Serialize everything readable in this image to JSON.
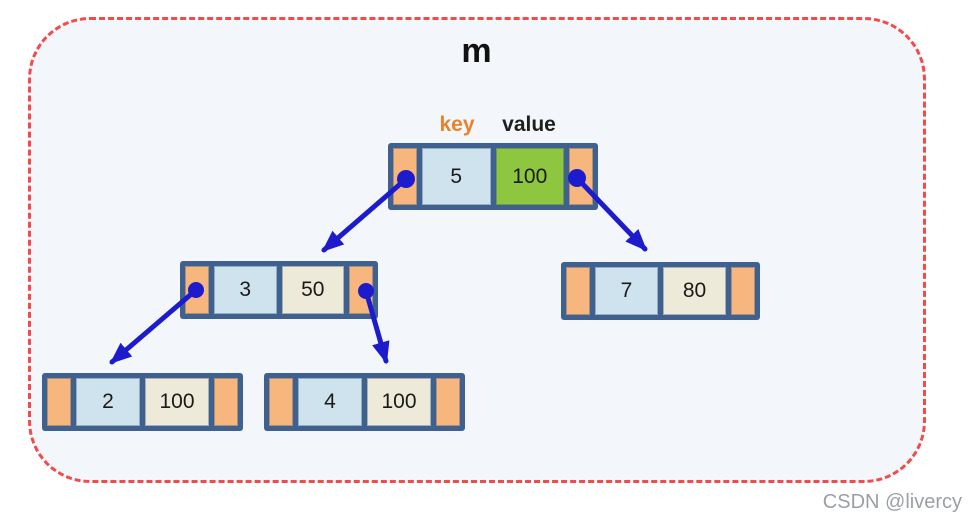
{
  "title": "m",
  "column_labels": {
    "key": "key",
    "value": "value"
  },
  "watermark": "CSDN @livercy",
  "colors": {
    "red_border": "#f34b4b",
    "canvas_bg": "#f3f6fa",
    "node_frame": "#3f618f",
    "pointer_cell": "#f8b67f",
    "key_cell": "#cfe3ee",
    "value_cell": "#edead9",
    "value_highlight": "#8ec63f",
    "arrow_color": "#1c1ccd",
    "key_label_color": "#e8822c",
    "value_label_color": "#1f1f1f",
    "title_color": "#111111",
    "cell_text": "#1a1a1a",
    "watermark_color": "#9aa0a6"
  },
  "tree": {
    "nodes": [
      {
        "id": "root",
        "key": "5",
        "value": "100",
        "value_highlight": true
      },
      {
        "id": "left-child",
        "key": "3",
        "value": "50",
        "value_highlight": false
      },
      {
        "id": "right-child",
        "key": "7",
        "value": "80",
        "value_highlight": false
      },
      {
        "id": "left-left-child",
        "key": "2",
        "value": "100",
        "value_highlight": false
      },
      {
        "id": "left-right-child",
        "key": "4",
        "value": "100",
        "value_highlight": false
      }
    ],
    "edges": [
      {
        "from": "root",
        "to": "left-child"
      },
      {
        "from": "root",
        "to": "right-child"
      },
      {
        "from": "left-child",
        "to": "left-left-child"
      },
      {
        "from": "left-child",
        "to": "left-right-child"
      }
    ]
  }
}
